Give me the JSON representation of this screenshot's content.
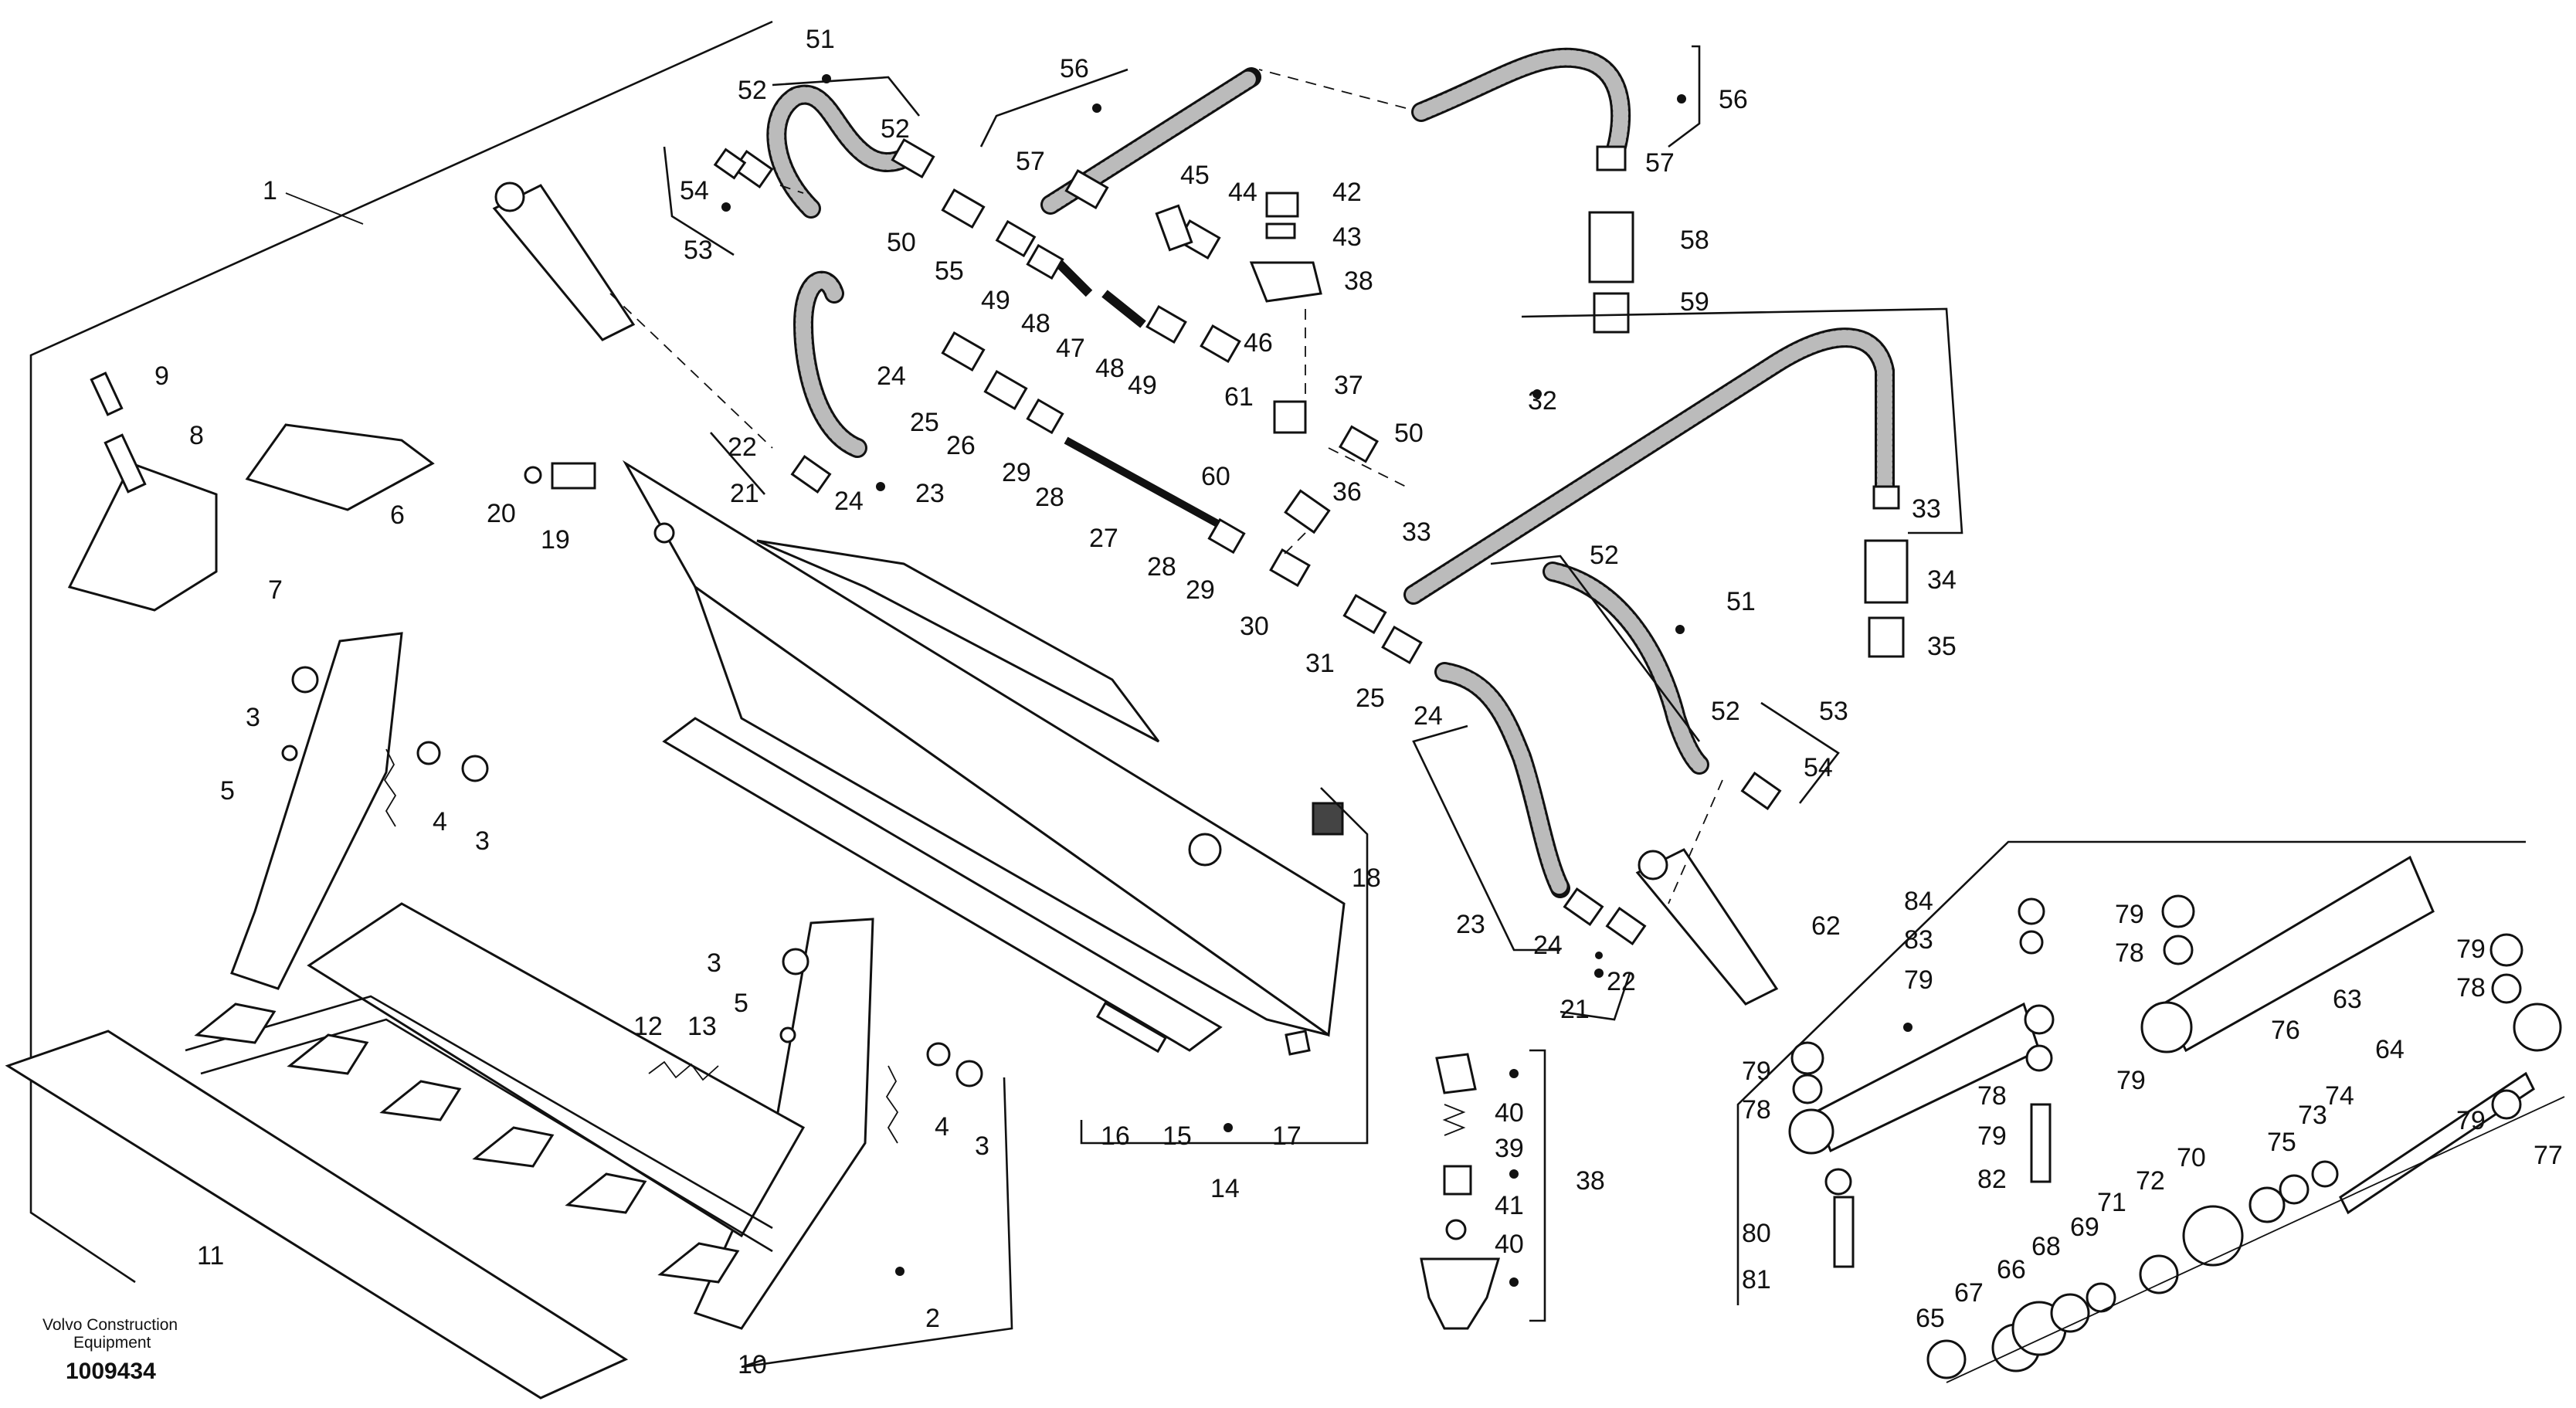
{
  "footer": {
    "manufacturer_line1": "Volvo Construction",
    "manufacturer_line2": "Equipment",
    "document_number": "1009434"
  },
  "callouts": {
    "c1": "1",
    "c2": "2",
    "c3a": "3",
    "c3b": "3",
    "c3c": "3",
    "c3d": "3",
    "c4a": "4",
    "c4b": "4",
    "c5a": "5",
    "c5b": "5",
    "c6": "6",
    "c7": "7",
    "c8": "8",
    "c9": "9",
    "c10": "10",
    "c11": "11",
    "c12": "12",
    "c13": "13",
    "c14": "14",
    "c15": "15",
    "c16": "16",
    "c17": "17",
    "c18": "18",
    "c19": "19",
    "c20": "20",
    "c21a": "21",
    "c21b": "21",
    "c22a": "22",
    "c22b": "22",
    "c23a": "23",
    "c23b": "23",
    "c24a": "24",
    "c24b": "24",
    "c24c": "24",
    "c24d": "24",
    "c25a": "25",
    "c25b": "25",
    "c26": "26",
    "c27": "27",
    "c28a": "28",
    "c28b": "28",
    "c29a": "29",
    "c29b": "29",
    "c30": "30",
    "c31": "31",
    "c32": "32",
    "c33a": "33",
    "c33b": "33",
    "c34": "34",
    "c35": "35",
    "c36": "36",
    "c37": "37",
    "c38a": "38",
    "c38b": "38",
    "c39": "39",
    "c40a": "40",
    "c40b": "40",
    "c41": "41",
    "c42": "42",
    "c43": "43",
    "c44": "44",
    "c45": "45",
    "c46": "46",
    "c47": "47",
    "c48a": "48",
    "c48b": "48",
    "c49a": "49",
    "c49b": "49",
    "c50a": "50",
    "c50b": "50",
    "c51a": "51",
    "c51b": "51",
    "c52a": "52",
    "c52b": "52",
    "c52c": "52",
    "c52d": "52",
    "c53a": "53",
    "c53b": "53",
    "c54a": "54",
    "c54b": "54",
    "c55": "55",
    "c56a": "56",
    "c56b": "56",
    "c57a": "57",
    "c57b": "57",
    "c58": "58",
    "c59": "59",
    "c60": "60",
    "c61": "61",
    "c62": "62",
    "c63": "63",
    "c64": "64",
    "c65": "65",
    "c66": "66",
    "c67": "67",
    "c68": "68",
    "c69": "69",
    "c70": "70",
    "c71": "71",
    "c72": "72",
    "c73": "73",
    "c74": "74",
    "c75": "75",
    "c76": "76",
    "c77": "77",
    "c78a": "78",
    "c78b": "78",
    "c78c": "78",
    "c78d": "78",
    "c79a": "79",
    "c79b": "79",
    "c79c": "79",
    "c79d": "79",
    "c79e": "79",
    "c79f": "79",
    "c79g": "79",
    "c80": "80",
    "c81": "81",
    "c82": "82",
    "c83": "83",
    "c84": "84"
  }
}
